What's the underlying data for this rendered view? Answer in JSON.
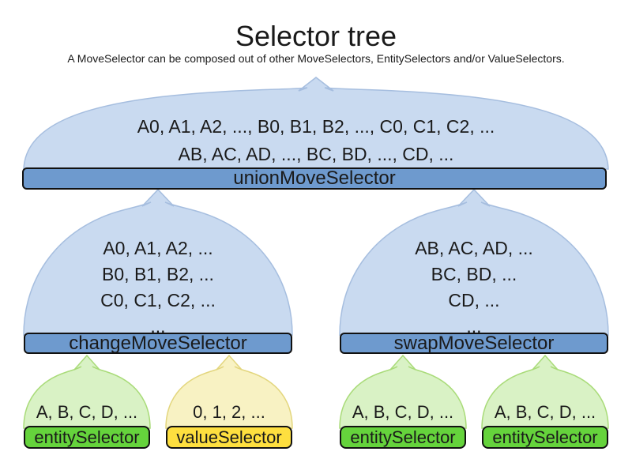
{
  "title": "Selector tree",
  "subtitle": "A MoveSelector can be composed out of other MoveSelectors, EntitySelectors and/or ValueSelectors.",
  "colors": {
    "funnel_blue_fill": "#c9daf0",
    "funnel_blue_stroke": "#a6bedf",
    "funnel_green_fill": "#d9f2c5",
    "funnel_green_stroke": "#a9db79",
    "funnel_yellow_fill": "#f8f2c3",
    "funnel_yellow_stroke": "#e3d67e",
    "bar_blue": "#6e9ace",
    "bar_green": "#65d33c",
    "bar_yellow": "#fedf3f",
    "outline": "#111111",
    "text": "#1a1a1a"
  },
  "nodes": {
    "union": {
      "label": "unionMoveSelector",
      "lines": [
        "A0, A1, A2, ..., B0, B1, B2, ..., C0, C1, C2, ...",
        "AB, AC, AD, ..., BC, BD, ..., CD, ..."
      ]
    },
    "change": {
      "label": "changeMoveSelector",
      "lines": [
        "A0, A1, A2, ...",
        "B0, B1, B2, ...",
        "C0, C1, C2, ...",
        "..."
      ]
    },
    "swap": {
      "label": "swapMoveSelector",
      "lines": [
        "AB, AC, AD, ...",
        "BC, BD, ...",
        "CD, ...",
        "..."
      ]
    },
    "entity1": {
      "label": "entitySelector",
      "lines": [
        "A, B, C, D, ..."
      ]
    },
    "value1": {
      "label": "valueSelector",
      "lines": [
        "0, 1, 2, ..."
      ]
    },
    "entity2": {
      "label": "entitySelector",
      "lines": [
        "A, B, C, D, ..."
      ]
    },
    "entity3": {
      "label": "entitySelector",
      "lines": [
        "A, B, C, D, ..."
      ]
    }
  }
}
